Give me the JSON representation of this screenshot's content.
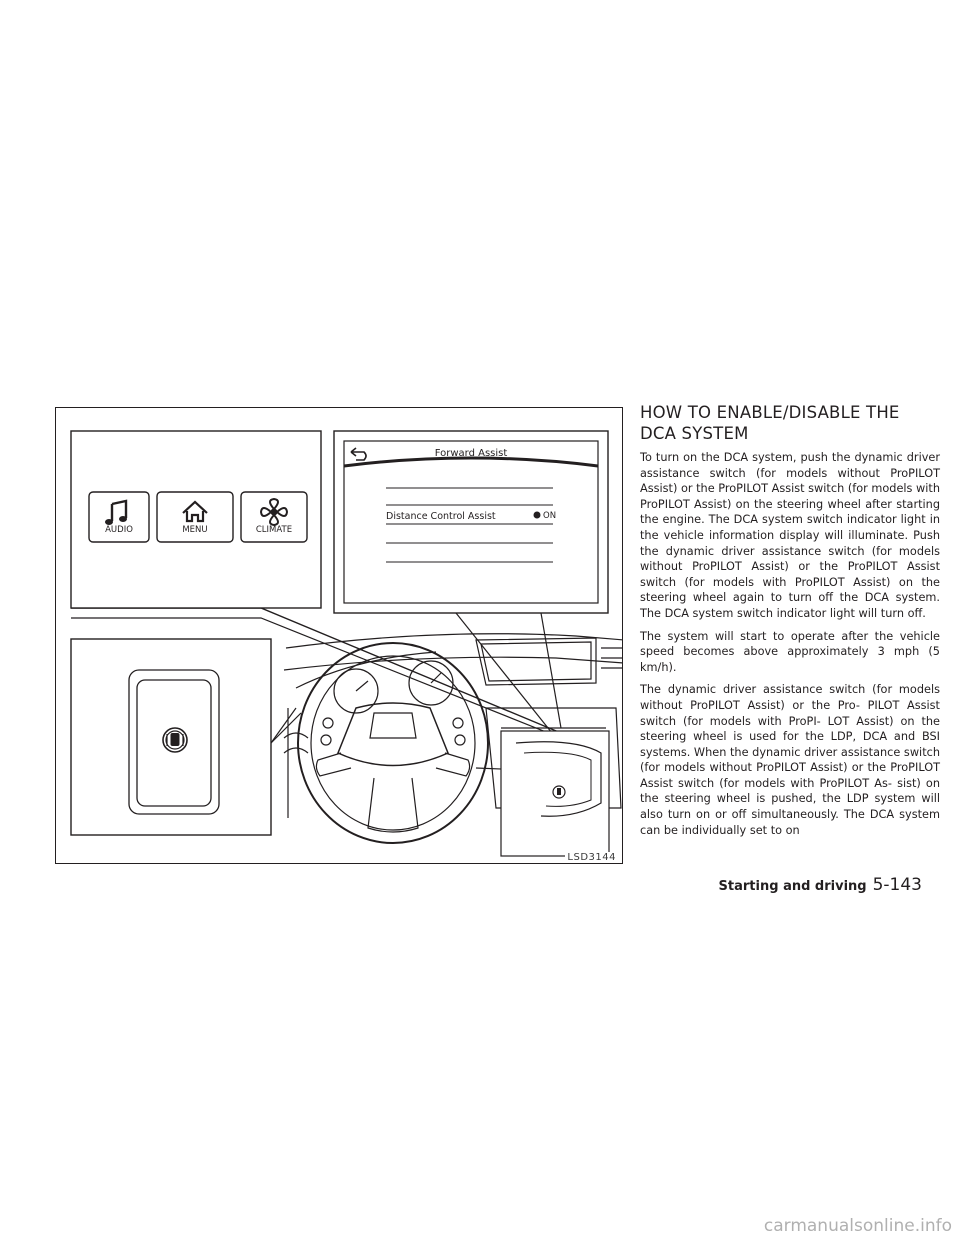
{
  "figure": {
    "code": "LSD3144",
    "buttons": [
      "AUDIO",
      "MENU",
      "CLIMATE"
    ],
    "screen": {
      "title": "Forward Assist",
      "item": "Distance Control Assist",
      "item_state": "ON"
    }
  },
  "section": {
    "heading_line1": "HOW TO ENABLE/DISABLE THE",
    "heading_line2": "DCA SYSTEM",
    "paragraphs": [
      "To turn on the DCA system, push the dynamic driver assistance switch (for models without ProPILOT Assist) or the ProPILOT Assist switch (for models with ProPILOT Assist) on the steering wheel after starting the engine. The DCA system switch indicator light in the vehicle information display will illuminate. Push the dynamic driver assistance switch (for models without ProPILOT Assist) or the ProPILOT Assist switch (for models with ProPILOT Assist) on the steering wheel again to turn off the DCA system. The DCA system switch indicator light will turn off.",
      "The system will start to operate after the vehicle speed becomes above approximately 3 mph (5 km/h).",
      "The dynamic driver assistance switch (for models without ProPILOT Assist) or the Pro- PILOT Assist switch (for models with ProPI- LOT Assist) on the steering wheel is used for the LDP, DCA and BSI systems. When the dynamic driver assistance switch (for models without ProPILOT Assist) or the ProPILOT Assist switch (for models with ProPILOT As- sist) on the steering wheel is pushed, the LDP system will also turn on or off simultaneously. The DCA system can be individually set to on"
    ]
  },
  "footer": {
    "section": "Starting and driving",
    "page": "5-143"
  },
  "watermark": "carmanualsonline.info"
}
